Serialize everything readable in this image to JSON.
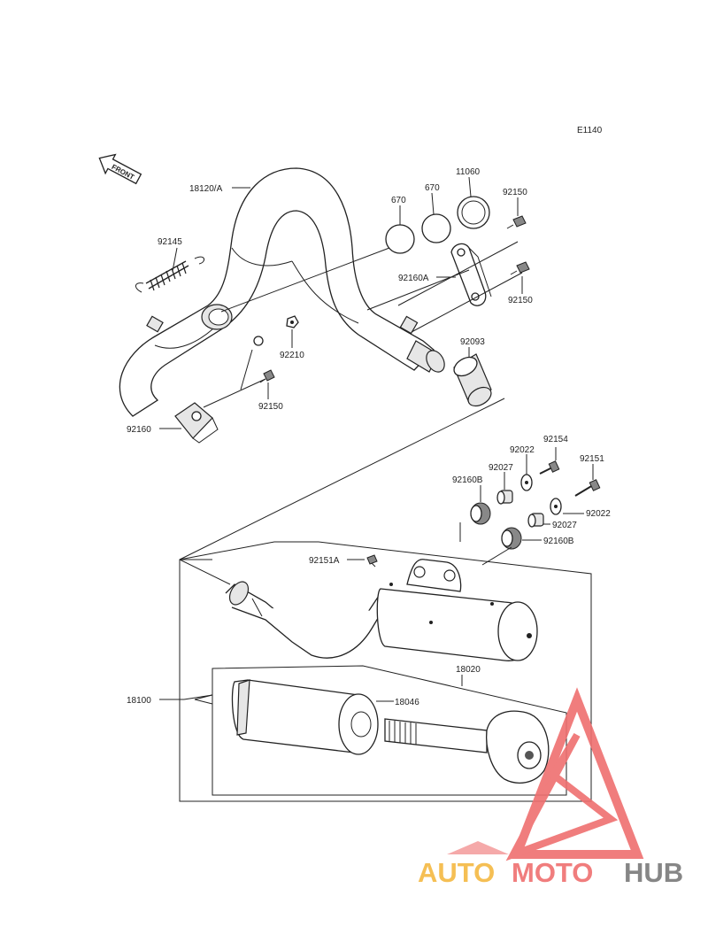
{
  "diagram": {
    "code": "E1140",
    "front_label": "FRONT",
    "parts": {
      "p18120A": "18120/A",
      "p92145": "92145",
      "p670a": "670",
      "p670b": "670",
      "p11060": "11060",
      "p92150a": "92150",
      "p92160A": "92160A",
      "p92150b": "92150",
      "p92210": "92210",
      "p92150c": "92150",
      "p92093": "92093",
      "p92160": "92160",
      "p92154": "92154",
      "p92022a": "92022",
      "p92151": "92151",
      "p92027a": "92027",
      "p92160Ba": "92160B",
      "p92022b": "92022",
      "p92027b": "92027",
      "p92160Bb": "92160B",
      "p92151A": "92151A",
      "p18020": "18020",
      "p18100": "18100",
      "p18046": "18046"
    }
  },
  "watermark": {
    "part1": "AUTO",
    "part2": "MOTO",
    "part3": "HUB",
    "color_orange": "#f5b942",
    "color_red": "#ef6f6f",
    "color_grey": "#7a7a7a"
  }
}
